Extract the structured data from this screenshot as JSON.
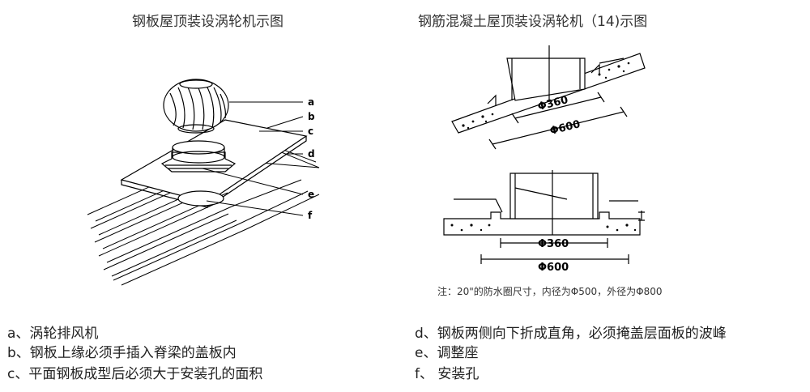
{
  "titles": {
    "left": "钢板屋顶装设涡轮机示图",
    "right": "钢筋混凝土屋顶装设涡轮机（14)示图"
  },
  "left_labels": [
    "a",
    "b",
    "c",
    "d",
    "e",
    "f"
  ],
  "right_dims": {
    "top_inner": "Φ360",
    "top_outer": "Φ600",
    "bottom_inner": "Φ360",
    "bottom_outer": "Φ600"
  },
  "note": "注：20\"的防水圈尺寸，内径为Φ500，外径为Φ800",
  "captions": {
    "left": [
      "a、涡轮排风机",
      "b、钢板上缘必须手插入脊梁的盖板内",
      "c、平面钢板成型后必须大于安装孔的面积"
    ],
    "right": [
      "d、钢板两侧向下折成直角，必须掩盖层面板的波峰",
      "e、调整座",
      "f、 安装孔"
    ]
  }
}
